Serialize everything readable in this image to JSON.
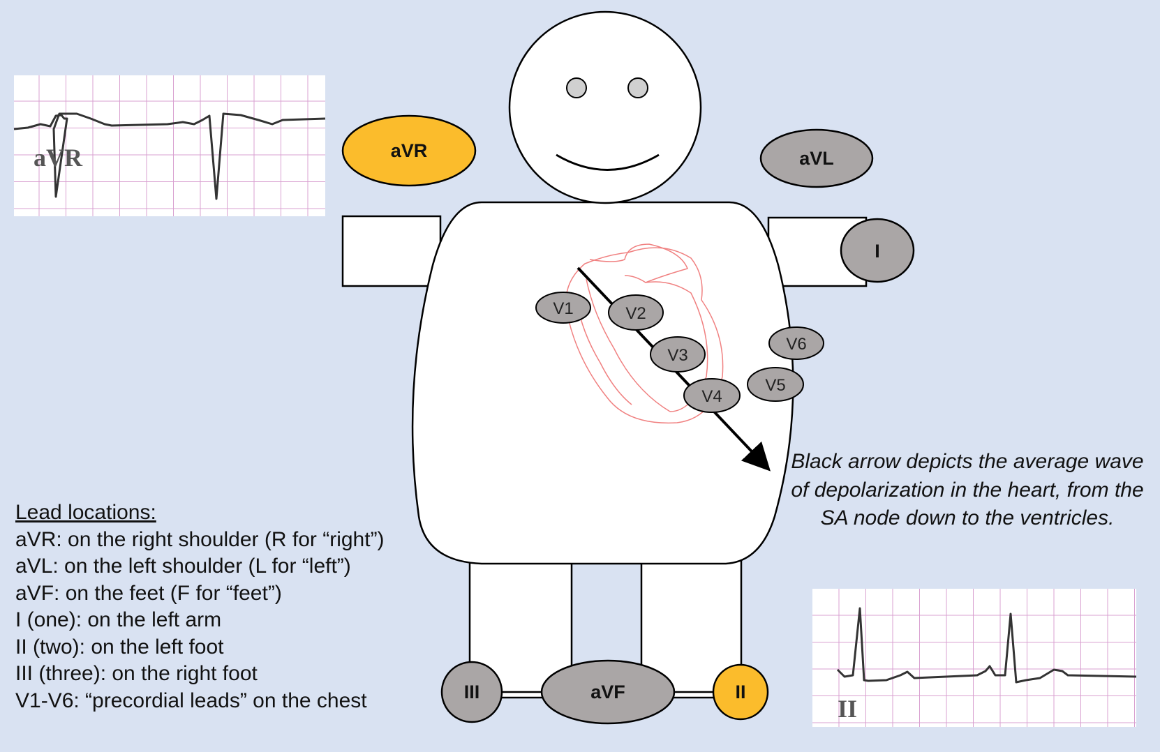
{
  "leads": {
    "avr": {
      "label": "aVR",
      "color": "#fbbc2c"
    },
    "avl": {
      "label": "aVL",
      "color": "#aaa6a6"
    },
    "i": {
      "label": "I",
      "color": "#aaa6a6"
    },
    "ii": {
      "label": "II",
      "color": "#fbbc2c"
    },
    "iii": {
      "label": "III",
      "color": "#aaa6a6"
    },
    "avf": {
      "label": "aVF",
      "color": "#aaa6a6"
    }
  },
  "precordial": [
    "V1",
    "V2",
    "V3",
    "V4",
    "V5",
    "V6"
  ],
  "ecg_strips": {
    "avr": {
      "label": "aVR",
      "grid_color": "#d9a0d0"
    },
    "ii": {
      "label": "II",
      "grid_color": "#d9a0d0"
    }
  },
  "caption": "Black arrow depicts the average wave of depolarization in the heart, from the SA node down to the ventricles.",
  "legend": {
    "title": "Lead locations:",
    "items": [
      "aVR: on the right shoulder (R for “right”)",
      "aVL: on the left shoulder (L for “left”)",
      "aVF: on the feet (F for “feet”)",
      "I (one): on the left arm",
      "II (two): on the left foot",
      "III (three): on the right foot",
      "V1-V6: “precordial leads” on the chest"
    ]
  }
}
